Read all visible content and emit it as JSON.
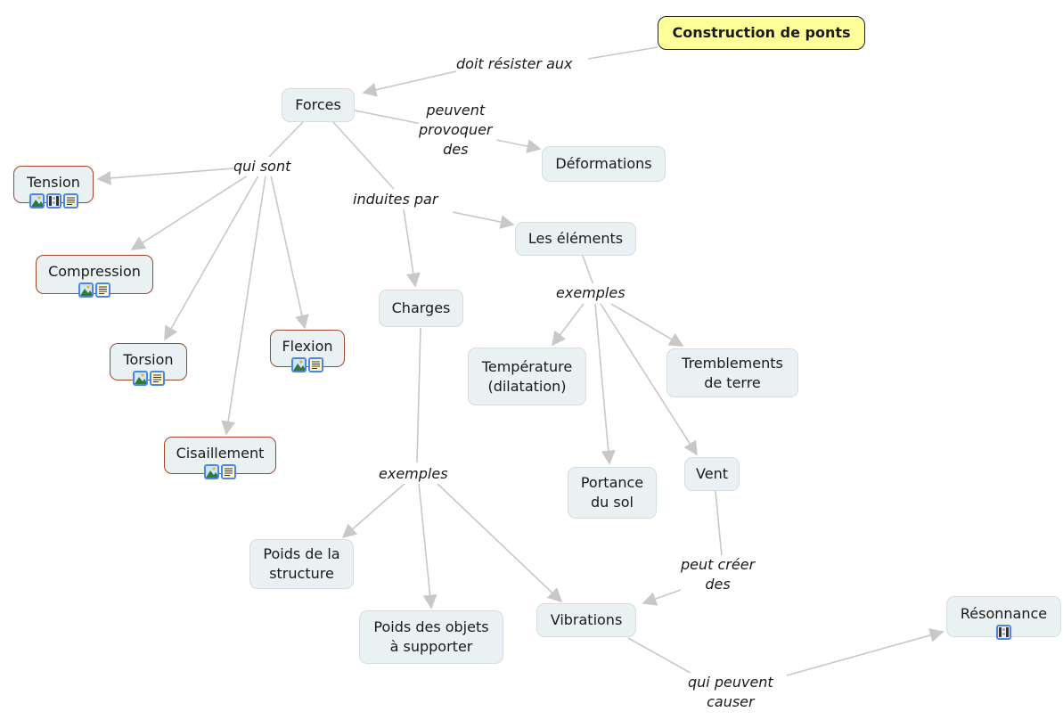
{
  "nodes": {
    "construction": "Construction de ponts",
    "forces": "Forces",
    "deformations": "Déformations",
    "tension": "Tension",
    "compression": "Compression",
    "torsion": "Torsion",
    "flexion": "Flexion",
    "cisaillement": "Cisaillement",
    "charges": "Charges",
    "elements": "Les éléments",
    "temperature": "Température\n(dilatation)",
    "tremblements": "Tremblements\nde terre",
    "portance": "Portance\ndu sol",
    "vent": "Vent",
    "poids_structure": "Poids de la\nstructure",
    "poids_objets": "Poids des objets\nà supporter",
    "vibrations": "Vibrations",
    "resonnance": "Résonnance"
  },
  "links": {
    "doit_resister": "doit résister aux",
    "peuvent_provoquer": "peuvent\nprovoquer\ndes",
    "qui_sont": "qui sont",
    "induites_par": "induites par",
    "exemples_elements": "exemples",
    "exemples_charges": "exemples",
    "peut_creer": "peut créer\ndes",
    "qui_peuvent_causer": "qui peuvent\ncauser"
  },
  "resource_icons": {
    "tension": [
      "image-icon",
      "video-icon",
      "document-icon"
    ],
    "compression": [
      "image-icon",
      "document-icon"
    ],
    "torsion": [
      "image-icon",
      "document-icon"
    ],
    "flexion": [
      "image-icon",
      "document-icon"
    ],
    "cisaillement": [
      "image-icon",
      "document-icon"
    ],
    "resonnance": [
      "video-icon"
    ]
  },
  "colors": {
    "root_fill": "#ffff99",
    "node_fill": "#eaf1f3",
    "resource_border": "#9a4a2a",
    "connector": "#c8c8c8",
    "icon_border": "#4a86e8"
  }
}
